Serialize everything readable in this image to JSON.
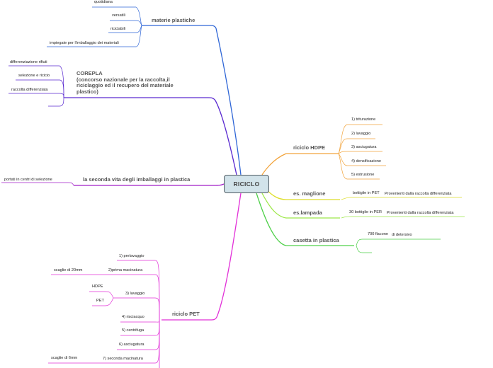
{
  "central": {
    "label": "RICICLO"
  },
  "branches": {
    "plastics": {
      "label": "materie plastiche",
      "color": "#2f66d6",
      "items": [
        "quotidiana",
        "versatili",
        "riciclabili",
        "impiegate per l'imballaggio dei materiali"
      ]
    },
    "corepla": {
      "label": "COREPLA\n(concorso nazionale per la raccolta,il riciclaggio ed il recupero del materiale plastico)",
      "color": "#5a2ad0",
      "items": [
        "differenziazione rifiuti",
        "selezione e ricicio",
        "raccolta differenziata"
      ]
    },
    "second_life": {
      "label": "la seconda vita degli imballaggi in plastica",
      "color": "#a11fc8",
      "items": [
        "portati in centri di selezione"
      ]
    },
    "pet": {
      "label": "riciclo PET",
      "color": "#e230d8",
      "steps": [
        "1) prelavaggio",
        "2)prima macinatura",
        "3) lavaggio",
        "4) risciacquo",
        "5) centrifuga",
        "6) asciugatura",
        "7) seconda macinatura"
      ],
      "sub_scaglie_20": "scaglie di 20mm",
      "sub_hdpe": "HDPE",
      "sub_pet": "PET",
      "sub_scaglie_6": "scaglie di 6mm"
    },
    "hdpe": {
      "label": "riciclo HDPE",
      "color": "#f2a43c",
      "steps": [
        "1) triturazione",
        "2) lavaggio",
        "3) asciugatura",
        "4) densificazione",
        "5) estrusione"
      ]
    },
    "magliore": {
      "label": "es. maglione",
      "color": "#dede2a",
      "item": "bottiglie in PET",
      "source": "Provenienti dalla raccolta differenziata"
    },
    "lampada": {
      "label": "es.lampada",
      "color": "#9ee84a",
      "item": "30 bottiglie in PER",
      "source": "Provenienti dalla raccolta differenziata"
    },
    "casetta": {
      "label": "casetta in plastica",
      "color": "#4fd04a",
      "item": "700 flacone",
      "detail": "di detersivo"
    }
  }
}
